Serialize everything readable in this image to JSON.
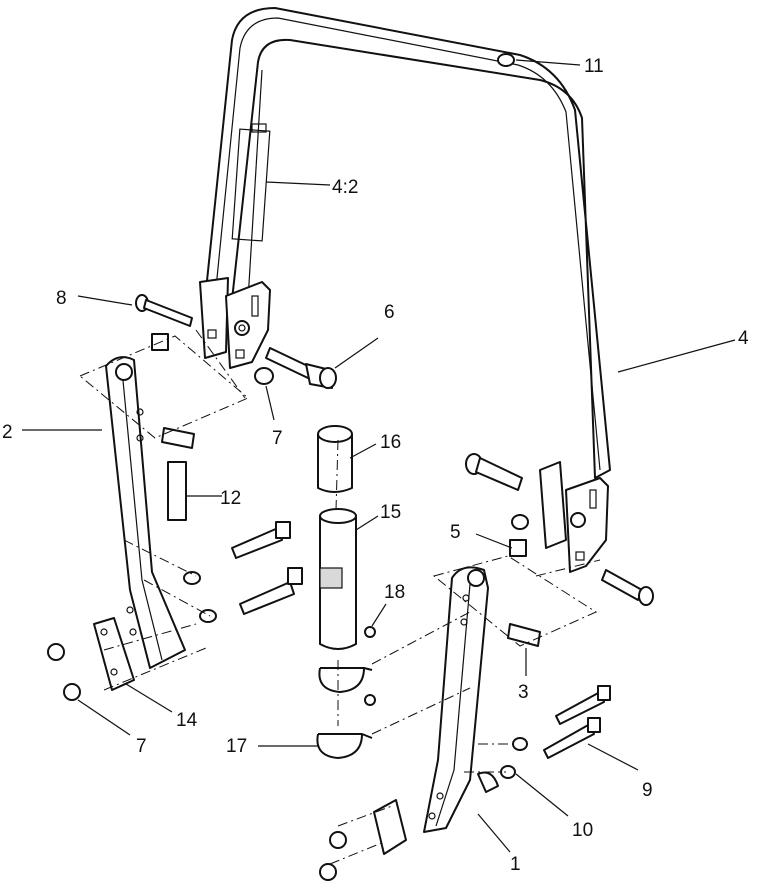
{
  "callouts": [
    {
      "id": "c11",
      "text": "11"
    },
    {
      "id": "c42",
      "text": "4:2"
    },
    {
      "id": "c8",
      "text": "8"
    },
    {
      "id": "c6",
      "text": "6"
    },
    {
      "id": "c4",
      "text": "4"
    },
    {
      "id": "c2",
      "text": "2"
    },
    {
      "id": "c7a",
      "text": "7"
    },
    {
      "id": "c16",
      "text": "16"
    },
    {
      "id": "c12",
      "text": "12"
    },
    {
      "id": "c15",
      "text": "15"
    },
    {
      "id": "c5",
      "text": "5"
    },
    {
      "id": "c18",
      "text": "18"
    },
    {
      "id": "c3",
      "text": "3"
    },
    {
      "id": "c14",
      "text": "14"
    },
    {
      "id": "c7b",
      "text": "7"
    },
    {
      "id": "c17",
      "text": "17"
    },
    {
      "id": "c9",
      "text": "9"
    },
    {
      "id": "c10",
      "text": "10"
    },
    {
      "id": "c1",
      "text": "1"
    }
  ]
}
